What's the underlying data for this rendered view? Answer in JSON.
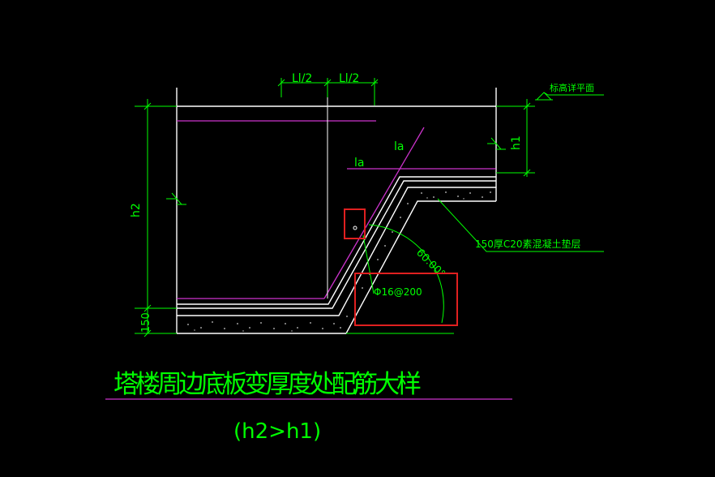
{
  "colors": {
    "background": "#000000",
    "outline": "#ffffff",
    "dimension": "#00ff00",
    "rebar_magenta": "#cc33cc",
    "highlight_red": "#e02020"
  },
  "labels": {
    "dim_top_left": "Ll/2",
    "dim_top_right": "Ll/2",
    "dim_left_h2": "h2",
    "dim_left_150": "150",
    "dim_right_h1": "h1",
    "elevation_note": "标高详平面",
    "rebar_la_upper": "la",
    "rebar_la_lower": "la",
    "angle": "60.00°",
    "rebar_spec": "Φ16@200",
    "cushion_note": "150厚C20素混凝土垫层"
  },
  "caption": {
    "title": "塔楼周边底板变厚度处配筋大样",
    "subtitle": "(h2>h1)"
  }
}
